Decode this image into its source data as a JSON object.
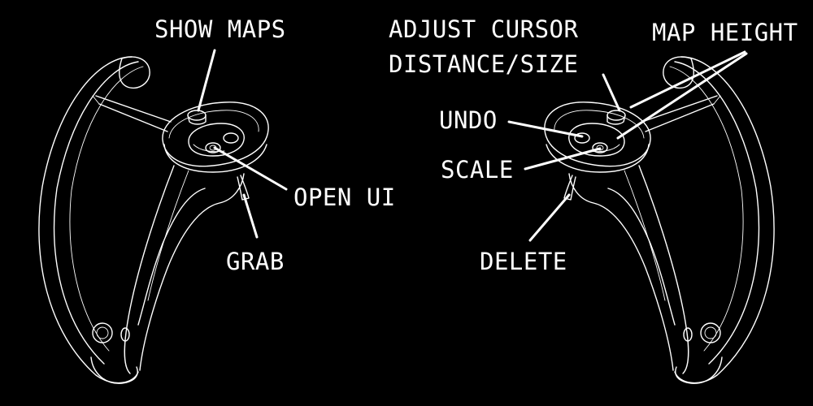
{
  "colors": {
    "background": "#000000",
    "foreground": "#ffffff"
  },
  "left_controller": {
    "labels": {
      "show_maps": "SHOW MAPS",
      "open_ui": "OPEN UI",
      "grab": "GRAB"
    }
  },
  "right_controller": {
    "labels": {
      "adjust_cursor_line1": "ADJUST CURSOR",
      "adjust_cursor_line2": "DISTANCE/SIZE",
      "map_height": "MAP HEIGHT",
      "undo": "UNDO",
      "scale": "SCALE",
      "delete": "DELETE"
    }
  }
}
